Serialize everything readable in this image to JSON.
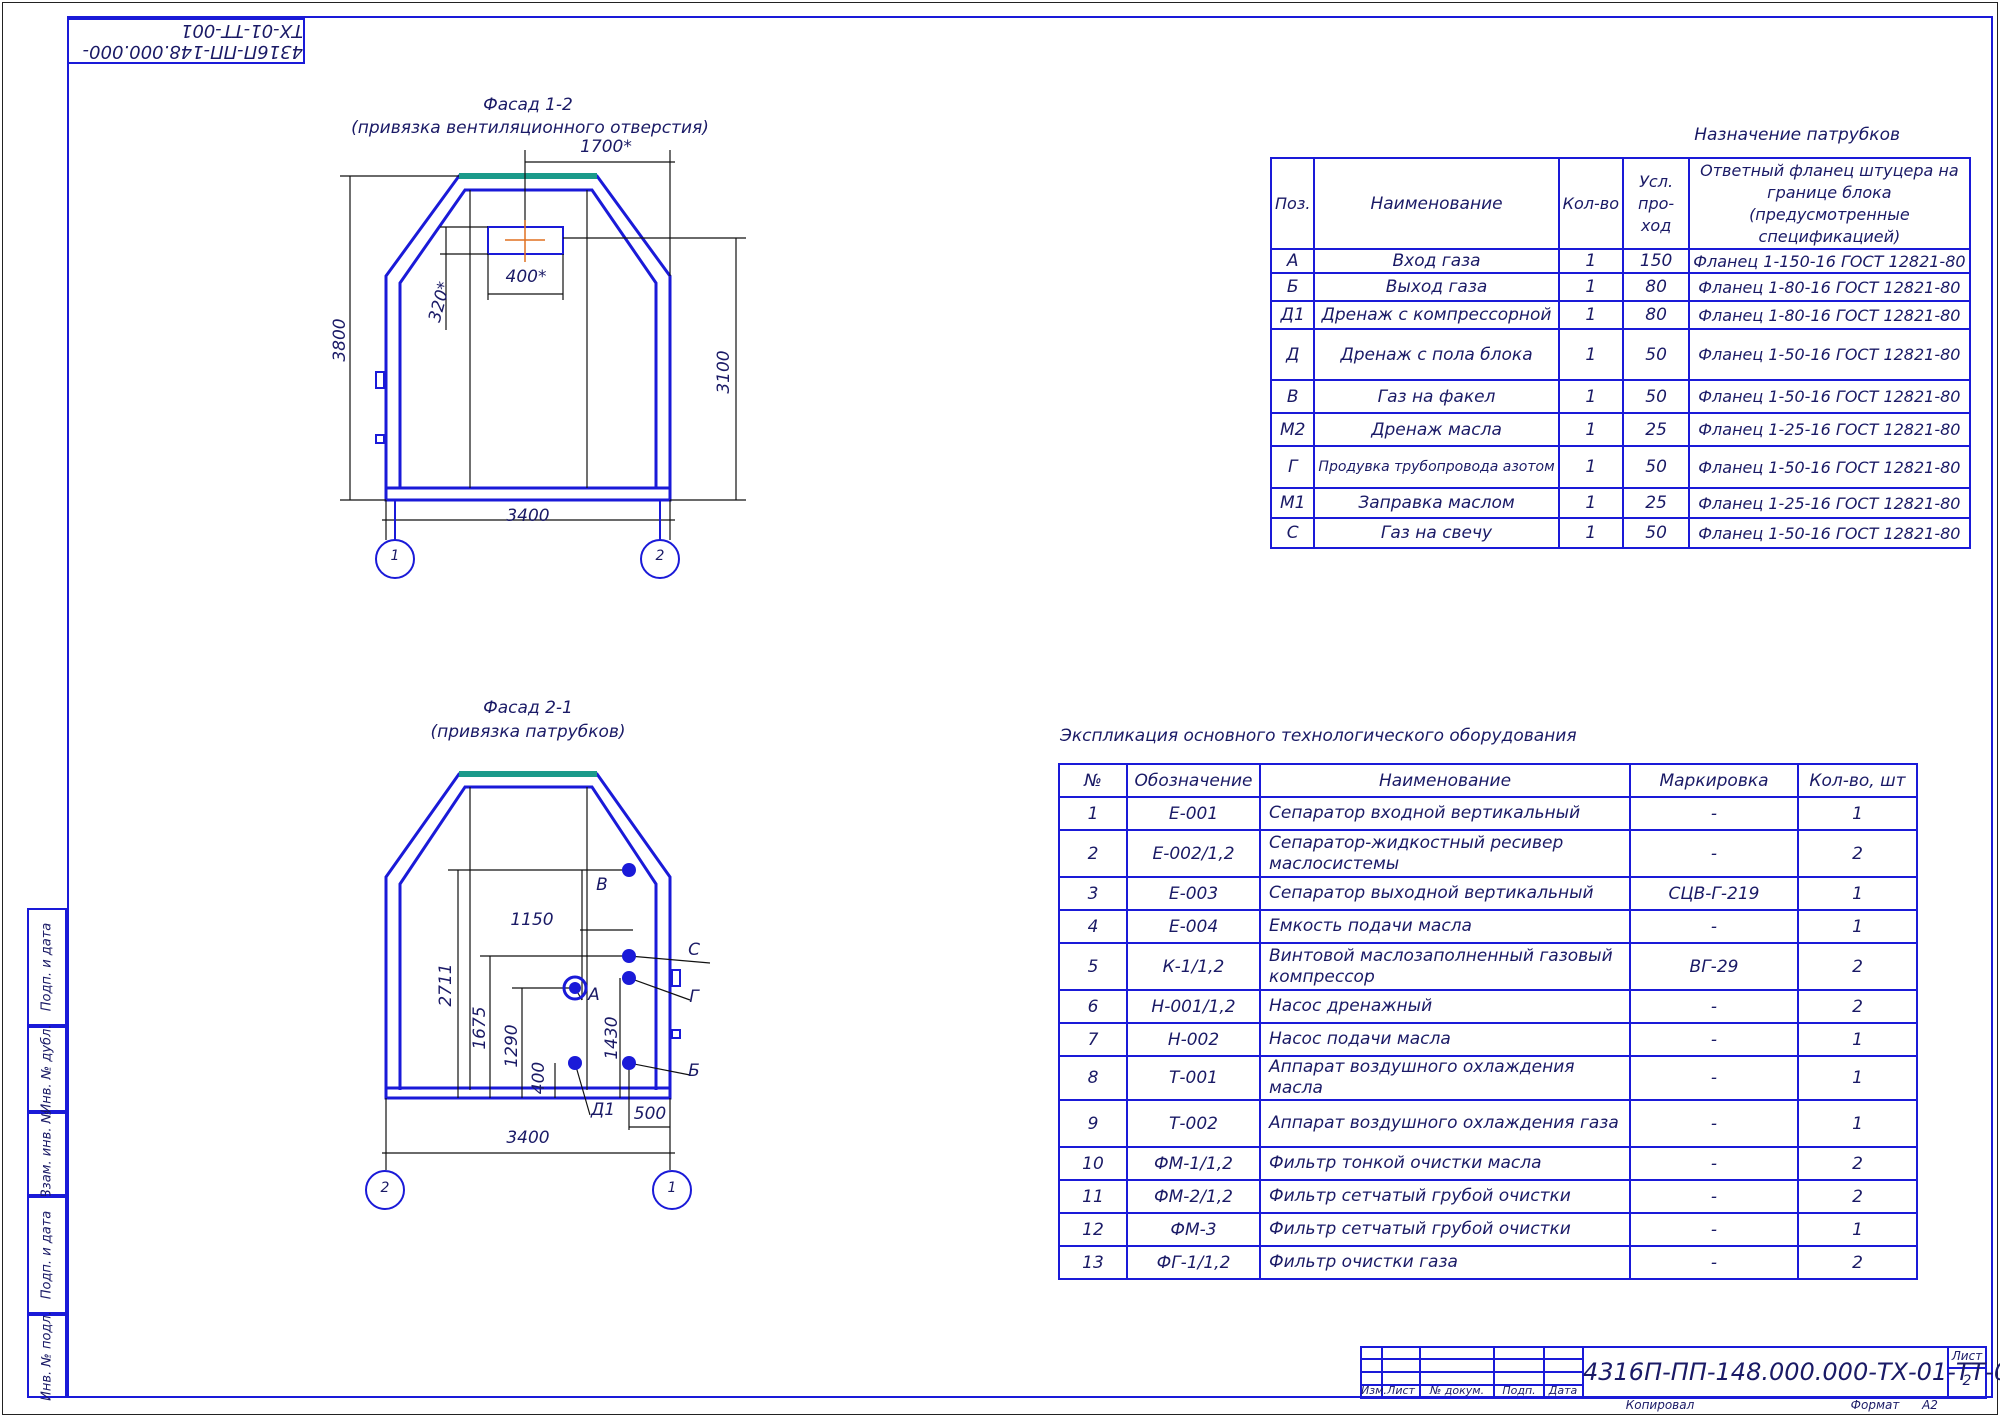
{
  "doc_code": "4316П-ПП-148.000.000-ТХ-01-ТТ-001",
  "facade1": {
    "title": "Фасад 1-2",
    "subtitle": "(привязка вентиляционного отверстия)",
    "dims": {
      "top": "1700*",
      "vent_w": "400*",
      "vent_h": "320*",
      "height": "3800",
      "inner_h": "3100",
      "width": "3400"
    },
    "axes": [
      "1",
      "2"
    ]
  },
  "facade2": {
    "title": "Фасад 2-1",
    "subtitle": "(привязка патрубков)",
    "dims": {
      "h1": "2711",
      "h2": "1675",
      "h3": "1290",
      "h4": "1430",
      "h5": "400",
      "w1": "1150",
      "w2": "500",
      "width": "3400"
    },
    "labels": {
      "v": "В",
      "s": "С",
      "g": "Г",
      "a": "А",
      "b": "Б",
      "d1": "Д1"
    },
    "axes": [
      "2",
      "1"
    ]
  },
  "nozzles": {
    "caption": "Назначение патрубков",
    "headers": [
      "Поз.",
      "Наименование",
      "Кол-во",
      "Усл. про- ход",
      "Ответный фланец штуцера на границе блока (предусмотренные спецификацией)"
    ],
    "rows": [
      [
        "А",
        "Вход газа",
        "1",
        "150",
        "Фланец 1-150-16 ГОСТ 12821-80"
      ],
      [
        "Б",
        "Выход газа",
        "1",
        "80",
        "Фланец 1-80-16 ГОСТ 12821-80"
      ],
      [
        "Д1",
        "Дренаж с компрессорной",
        "1",
        "80",
        "Фланец 1-80-16 ГОСТ 12821-80"
      ],
      [
        "Д",
        "Дренаж с пола блока",
        "1",
        "50",
        "Фланец 1-50-16 ГОСТ 12821-80"
      ],
      [
        "В",
        "Газ на факел",
        "1",
        "50",
        "Фланец 1-50-16 ГОСТ 12821-80"
      ],
      [
        "М2",
        "Дренаж масла",
        "1",
        "25",
        "Фланец 1-25-16 ГОСТ 12821-80"
      ],
      [
        "Г",
        "Продувка трубопровода азотом",
        "1",
        "50",
        "Фланец 1-50-16 ГОСТ 12821-80"
      ],
      [
        "М1",
        "Заправка маслом",
        "1",
        "25",
        "Фланец 1-25-16 ГОСТ 12821-80"
      ],
      [
        "С",
        "Газ на свечу",
        "1",
        "50",
        "Фланец 1-50-16 ГОСТ 12821-80"
      ]
    ]
  },
  "equipment": {
    "caption": "Экспликация основного технологического оборудования",
    "headers": [
      "№",
      "Обозначение",
      "Наименование",
      "Маркировка",
      "Кол-во, шт"
    ],
    "rows": [
      [
        "1",
        "Е-001",
        "Сепаратор входной вертикальный",
        "-",
        "1"
      ],
      [
        "2",
        "Е-002/1,2",
        "Сепаратор-жидкостный ресивер маслосистемы",
        "-",
        "2"
      ],
      [
        "3",
        "Е-003",
        "Сепаратор выходной вертикальный",
        "СЦВ-Г-219",
        "1"
      ],
      [
        "4",
        "Е-004",
        "Емкость подачи масла",
        "-",
        "1"
      ],
      [
        "5",
        "К-1/1,2",
        "Винтовой маслозаполненный газовый компрессор",
        "ВГ-29",
        "2"
      ],
      [
        "6",
        "Н-001/1,2",
        "Насос дренажный",
        "-",
        "2"
      ],
      [
        "7",
        "Н-002",
        "Насос подачи масла",
        "-",
        "1"
      ],
      [
        "8",
        "Т-001",
        "Аппарат воздушного охлаждения масла",
        "-",
        "1"
      ],
      [
        "9",
        "Т-002",
        "Аппарат воздушного охлаждения газа",
        "-",
        "1"
      ],
      [
        "10",
        "ФМ-1/1,2",
        "Фильтр тонкой очистки масла",
        "-",
        "2"
      ],
      [
        "11",
        "ФМ-2/1,2",
        "Фильтр сетчатый грубой очистки",
        "-",
        "2"
      ],
      [
        "12",
        "ФМ-3",
        "Фильтр сетчатый грубой очистки",
        "-",
        "1"
      ],
      [
        "13",
        "ФГ-1/1,2",
        "Фильтр очистки газа",
        "-",
        "2"
      ]
    ]
  },
  "side_labels": [
    "Подп. и дата",
    "Инв. № дубл.",
    "Взам. инв. №",
    "Подп. и дата",
    "Инв. № подл."
  ],
  "title_block": {
    "cols": [
      "Изм.",
      "Лист",
      "№ докум.",
      "Подп.",
      "Дата"
    ],
    "sheet_label": "Лист",
    "sheet_no": "2",
    "copied": "Копировал",
    "format_label": "Формат",
    "format": "А2"
  }
}
